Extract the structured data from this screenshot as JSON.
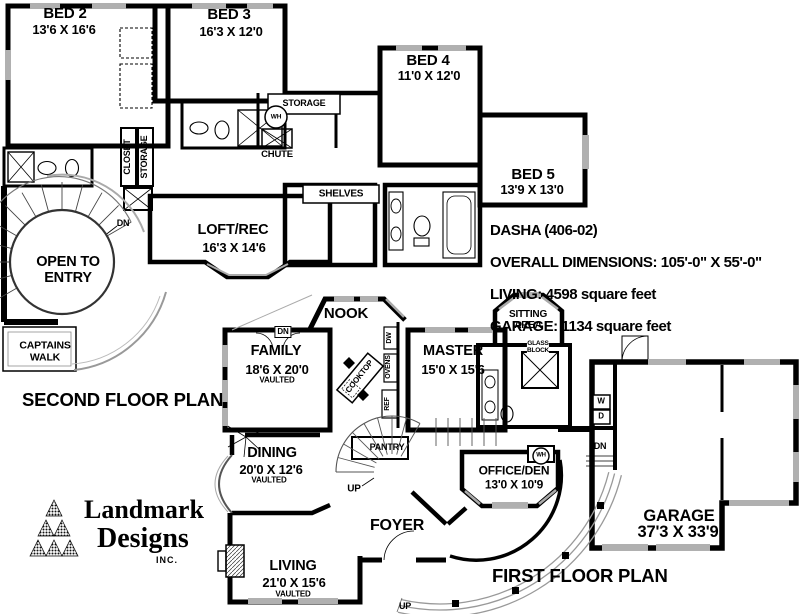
{
  "plan_info": {
    "name": "DASHA (406-02)",
    "overall_dimensions": "OVERALL DIMENSIONS: 105'-0\" X 55'-0\"",
    "living_area": "LIVING: 4598 square feet",
    "garage_area": "GARAGE: 1134 square feet"
  },
  "second_floor": {
    "caption": "SECOND FLOOR PLAN",
    "bed2": {
      "name": "BED 2",
      "dims": "13'6 X 16'6"
    },
    "bed3": {
      "name": "BED 3",
      "dims": "16'3 X 12'0"
    },
    "bed4": {
      "name": "BED 4",
      "dims": "11'0 X 12'0"
    },
    "bed5": {
      "name": "BED 5",
      "dims": "13'9 X 13'0"
    },
    "loft": {
      "name": "LOFT/REC",
      "dims": "16'3 X 14'6"
    },
    "open_to_entry": "OPEN TO\nENTRY",
    "captains_walk": "CAPTAINS\nWALK",
    "storage": "STORAGE",
    "closet_vertical": "CLOSET",
    "storage_vertical": "STORAGE",
    "shelves": "SHELVES",
    "water_heater": "WH",
    "chute": "CHUTE",
    "down": "DN"
  },
  "first_floor": {
    "caption": "FIRST FLOOR PLAN",
    "nook": "NOOK",
    "family": {
      "name": "FAMILY",
      "dims": "18'6 X 20'0",
      "note": "VAULTED"
    },
    "master": {
      "name": "MASTER",
      "dims": "15'0 X 15'6"
    },
    "sitting_area": "SITTING\nAREA",
    "glass_block": "GLASS\nBLOCK",
    "dining": {
      "name": "DINING",
      "dims": "20'0 X 12'6",
      "note": "VAULTED"
    },
    "living": {
      "name": "LIVING",
      "dims": "21'0 X 15'6",
      "note": "VAULTED"
    },
    "office": {
      "name": "OFFICE/DEN",
      "dims": "13'0 X 10'9"
    },
    "garage": {
      "name": "GARAGE",
      "dims": "37'3 X 33'9"
    },
    "foyer": "FOYER",
    "pantry": "PANTRY",
    "cooktop": "COOKTOP",
    "dishwasher": "DW",
    "ovens": "OVENS",
    "refrigerator": "REF",
    "washer": "W",
    "dryer": "D",
    "water_heater": "WH",
    "up": "UP",
    "down": "DN"
  },
  "logo": {
    "line1": "Landmark",
    "line2": "Designs",
    "line3": "INC."
  },
  "colors": {
    "wall": "#000000",
    "window": "#b0b0b0",
    "guide": "#999999"
  }
}
